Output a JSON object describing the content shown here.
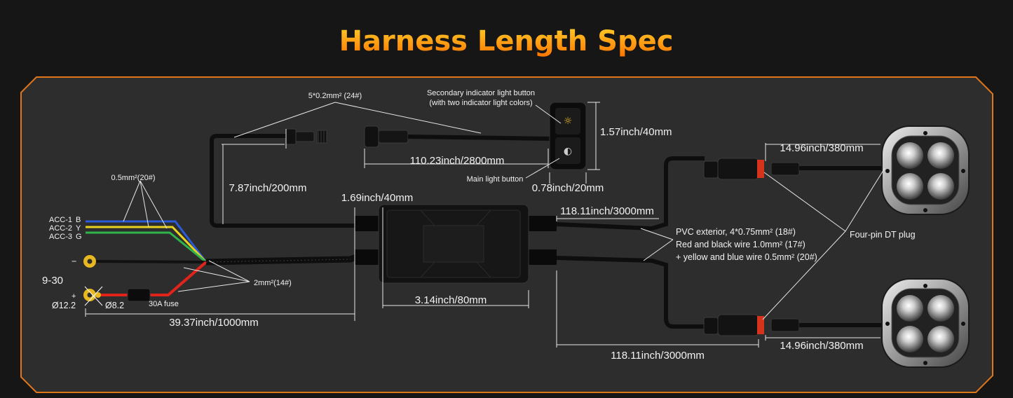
{
  "title": "Harness Length Spec",
  "colors": {
    "title_top": "#ffcc22",
    "title_bottom": "#ff7a00",
    "frame": "#e0761a",
    "panel": "#2c2c2c",
    "wire_red": "#e0231b",
    "wire_blue": "#2a5ad8",
    "wire_yellow": "#e8d420",
    "wire_green": "#2fb34a",
    "terminal": "#e8b820"
  },
  "labels": {
    "wire_spec_24": "5*0.2mm² (24#)",
    "secondary_button": "Secondary indicator light button",
    "secondary_button_note": "(with two indicator light colors)",
    "switch_height": "1.57inch/40mm",
    "main_button": "Main light button",
    "switch_width": "0.78inch/20mm",
    "switch_cable": "110.23inch/2800mm",
    "switch_lead": "7.87inch/200mm",
    "controller_height": "1.69inch/40mm",
    "controller_width": "3.14inch/80mm",
    "acc_wire_spec": "0.5mm²(20#)",
    "acc1": "ACC-1",
    "acc1_color": "B",
    "acc2": "ACC-2",
    "acc2_color": "Y",
    "acc3": "ACC-3",
    "acc3_color": "G",
    "minus": "−",
    "plus": "+",
    "voltage": "9-30",
    "ring_big": "Ø12.2",
    "ring_small": "Ø8.2",
    "fuse": "30A fuse",
    "power_wire_spec": "2mm²(14#)",
    "power_cable": "39.37inch/1000mm",
    "light_cable_top": "118.11inch/3000mm",
    "light_cable_bottom": "118.11inch/3000mm",
    "light_lead_top": "14.96inch/380mm",
    "light_lead_bottom": "14.96inch/380mm",
    "pvc_line1": "PVC exterior, 4*0.75mm² (18#)",
    "pvc_line2": "Red and black wire 1.0mm² (17#)",
    "pvc_line3": "+ yellow and blue wire 0.5mm² (20#)",
    "dt_plug": "Four-pin DT plug"
  }
}
